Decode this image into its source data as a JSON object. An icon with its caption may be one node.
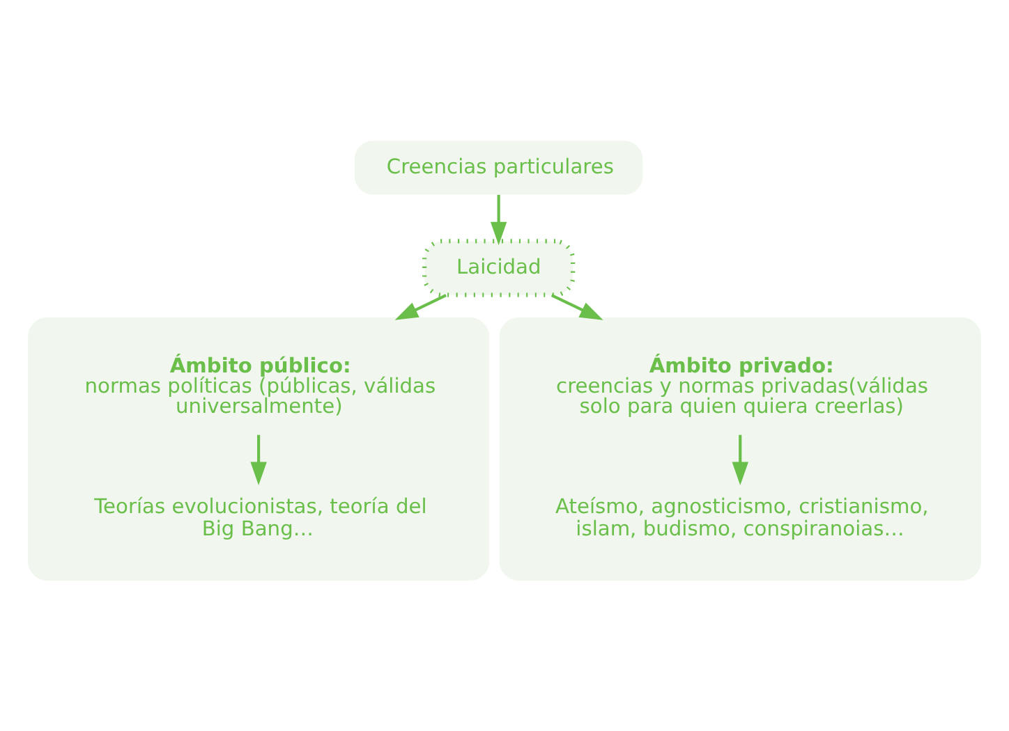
{
  "diagram": {
    "nodes": [
      {
        "text": [
          "Creencias particulares"
        ]
      },
      {
        "text": [
          "Laicidad"
        ]
      },
      {
        "text": [],
        "shape": "box"
      },
      {
        "text": [
          "Ámbito público:",
          "normas políticas (públicas, válidas universalmente)"
        ],
        "in": 2
      },
      {
        "text": [
          "Teorías evolucionistas, teoría del Big Bang…"
        ],
        "in": 2
      },
      {
        "text": [],
        "shape": "box"
      },
      {
        "text": [
          "Ámbito privado:",
          "creencias y normas privadas(válidas solo para quien quiera creerlas)"
        ],
        "in": 5
      },
      {
        "text": [
          "Ateísmo, agnosticismo, cristianismo, islam, budismo, conspiranoias…"
        ],
        "in": 5
      }
    ],
    "edges": [
      {
        "from": 0,
        "to": 1,
        "arrow": "to"
      },
      {
        "from": 1,
        "to": 2,
        "arrow": "to"
      },
      {
        "from": 1,
        "to": 5,
        "arrow": "to"
      },
      {
        "from": 3,
        "to": 4,
        "arrow": "to"
      },
      {
        "from": 6,
        "to": 7,
        "arrow": "to"
      }
    ]
  }
}
